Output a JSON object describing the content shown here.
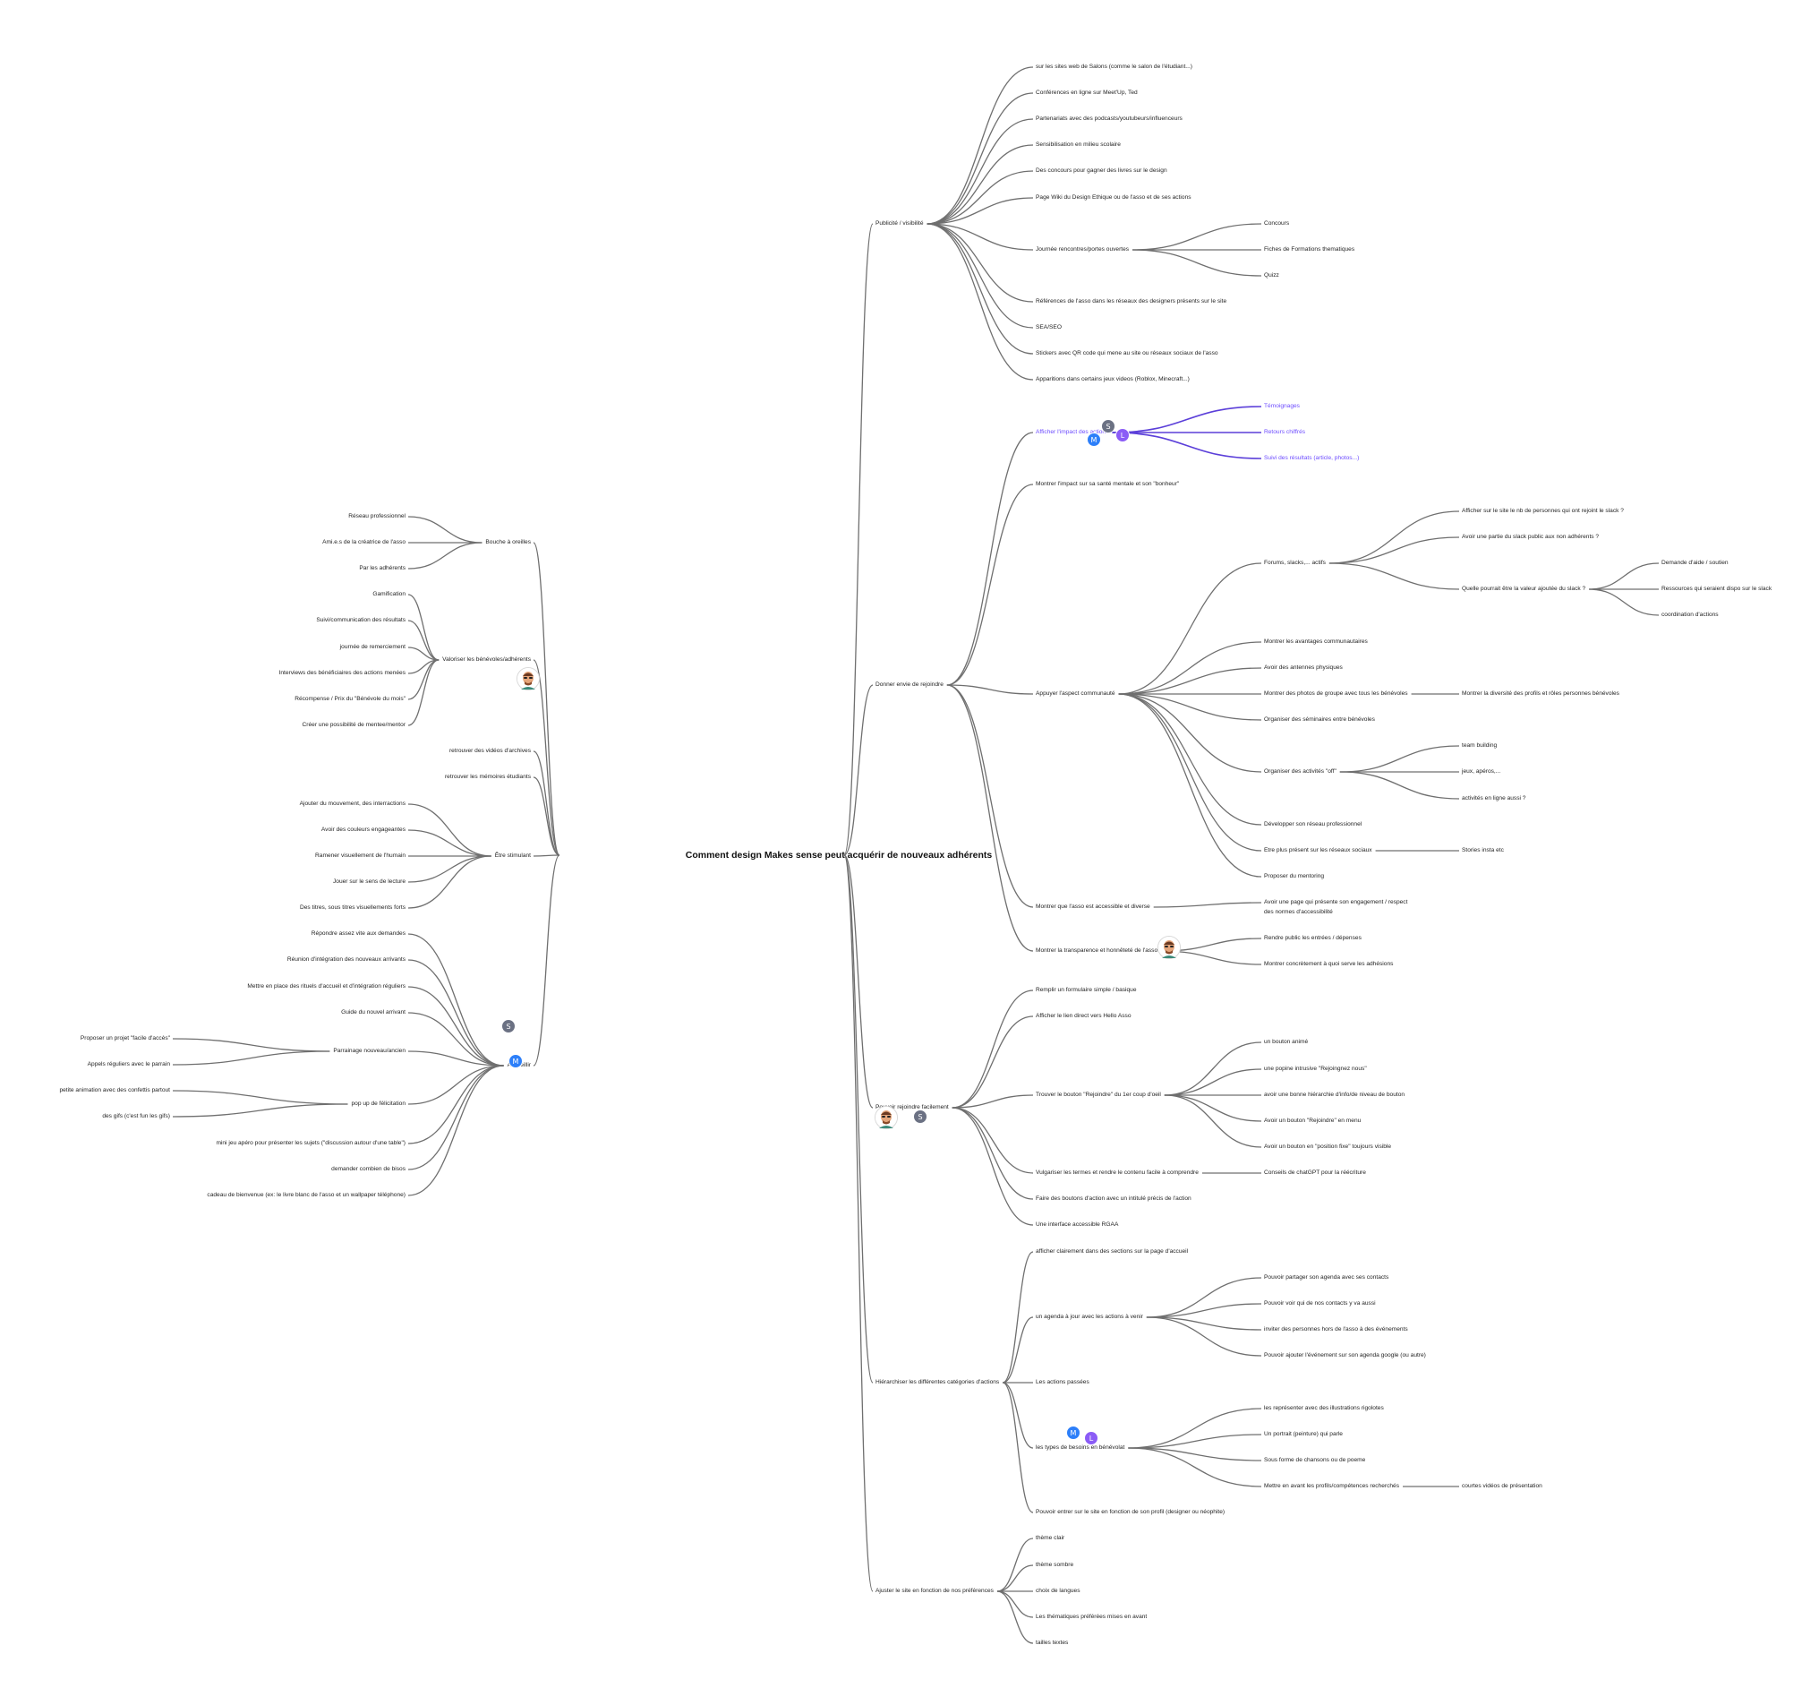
{
  "center": "Comment design Makes sense peut acquérir de nouveaux adhérents",
  "colors": {
    "link": "#6f6f6f",
    "highlight": "#5b3fd9",
    "S": "#6b7183",
    "M": "#2d7ff9",
    "L": "#8b5cf6"
  },
  "nodes": {
    "R1": "Publicité / visibilité",
    "R1a": "sur les sites web de Salons (comme le salon de l'étudiant...)",
    "R1b": "Conférences en ligne sur Meet'Up, Ted",
    "R1c": "Partenariats avec des podcasts/youtubeurs/influenceurs",
    "R1d": "Sensibilisation en milieu scolaire",
    "R1e": "Des concours pour gagner des livres sur le design",
    "R1f": "Page Wiki du Design Ethique ou de l'asso et de ses actions",
    "R1g": "Journée rencontres/portes ouvertes",
    "R1g1": "Concours",
    "R1g2": "Fiches de Formations thematiques",
    "R1g3": "Quizz",
    "R1h": "Références de l'asso dans les réseaux des designers présents sur le site",
    "R1i": "SEA/SEO",
    "R1j": "Stickers avec QR code qui mene au site ou réseaux sociaux de l'asso",
    "R1k": "Apparitions dans certains jeux videos (Roblox, Minecraft...)",
    "R2": "Donner envie de rejoindre",
    "R2a": "Afficher l'impact des actions",
    "R2a1": "Témoignages",
    "R2a2": "Retours chiffrés",
    "R2a3": "Suivi des résultats (article, photos...)",
    "R2b": "Montrer l'impact sur sa santé mentale et son \"bonheur\"",
    "R2c": "Appuyer l'aspect communauté",
    "R2c1": "Forums, slacks,... actifs",
    "R2c1a": "Afficher sur le site le nb de personnes qui ont rejoint le slack ?",
    "R2c1b": "Avoir une partie du slack public aux non adhérents ?",
    "R2c1c": "Quelle pourrait être la valeur ajoutée du slack ?",
    "R2c1c1": "Demande d'aide / soutien",
    "R2c1c2": "Ressources qui seraient dispo sur le slack",
    "R2c1c3": "coordination d'actions",
    "R2c2": "Montrer les avantages communautaires",
    "R2c3": "Avoir des antennes physiques",
    "R2c4": "Montrer des photos de groupe avec tous les bénévoles",
    "R2c4a": "Montrer la diversité des profils et rôles personnes bénévoles",
    "R2c5": "Organiser des séminaires entre bénévoles",
    "R2c6": "Organiser des activités \"off\"",
    "R2c6a": "team building",
    "R2c6b": "jeux, apéros,...",
    "R2c6c": "activités en ligne aussi ?",
    "R2c7": "Développer son réseau professionnel",
    "R2c8": "Etre plus présent sur les réseaux sociaux",
    "R2c8a": "Stories insta etc",
    "R2c9": "Proposer du mentoring",
    "R2d": "Montrer que l'asso est accessible et diverse",
    "R2d1": "Avoir une page qui présente son engagement / respect",
    "R2d1b": "des normes d'accessibilité",
    "R2e": "Montrer la transparence et honnêteté de l'asso",
    "R2e1": "Rendre public les entrées / dépenses",
    "R2e2": "Montrer concrètement à quoi serve les adhésions",
    "R3": "Pouvoir rejoindre facilement",
    "R3a": "Remplir un formulaire simple / basique",
    "R3b": "Afficher le lien direct vers Hello Asso",
    "R3c": "Trouver le bouton \"Rejoindre\" du 1er coup d'oeil",
    "R3c1": "un bouton animé",
    "R3c2": "une popine intrusive \"Rejoingnez nous\"",
    "R3c3": "avoir une bonne hiérarchie d'info/de niveau de bouton",
    "R3c4": "Avoir un bouton \"Rejoindre\" en menu",
    "R3c5": "Avoir un bouton en \"position fixe\" toujours visible",
    "R3d": "Vulgariser les termes et rendre le contenu facile à comprendre",
    "R3d1": "Conseils de chatGPT pour la réécriture",
    "R3e": "Faire des boutons d'action avec un intitulé précis de l'action",
    "R3f": "Une interface accessible RGAA",
    "R4": "Hiérarchiser les différentes catégories d'actions",
    "R4a": "afficher clairement dans des sections sur la page d'accueil",
    "R4b": "un agenda à jour avec les actions à venir",
    "R4b1": "Pouvoir partager son agenda avec ses contacts",
    "R4b2": "Pouvoir voir qui de nos contacts y va aussi",
    "R4b3": "inviter des personnes hors de l'asso à des événements",
    "R4b4": "Pouvoir ajouter l'événement sur son agenda google (ou autre)",
    "R4c": "Les actions passées",
    "R4d": "les types de besoins en bénévolat",
    "R4d1": "les représenter avec des illustrations rigolotes",
    "R4d2": "Un portrait (peinture) qui parle",
    "R4d3": "Sous forme de chansons ou de poeme",
    "R4d4": "Mettre en avant les profils/compétences recherchés",
    "R4d4a": "courtes vidéos de présentation",
    "R4e": "Pouvoir entrer sur le site en fonction de son profil (designer ou néophite)",
    "R5": "Ajuster le site en fonction de nos préférences",
    "R5a": "thème clair",
    "R5b": "thème sombre",
    "R5c": "choix de langues",
    "R5d": "Les thématiques préférées mises en avant",
    "R5e": "tailles textes",
    "L1": "Bouche à oreilles",
    "L1a": "Réseau professionnel",
    "L1b": "Ami.e.s de la créatrice de l'asso",
    "L1c": "Par les adhérents",
    "L2": "Valoriser les bénévoles/adhérents",
    "L2a": "Gamification",
    "L2b": "Suivi/communication des résultats",
    "L2c": "journée de remerciement",
    "L2d": "Interviews des bénéficiaires des actions menées",
    "L2e": "Récompense / Prix du \"Bénévole du mois\"",
    "L2f": "Créer une possibilité de mentee/mentor",
    "L3": "retrouver des vidéos d'archives",
    "L4": "retrouver les mémoires étudiants",
    "L5": "Être stimulant",
    "L5a": "Ajouter du mouvement, des interractions",
    "L5b": "Avoir des couleurs engageantes",
    "L5c": "Ramener visuellement de l'humain",
    "L5d": "Jouer sur le sens de lecture",
    "L5e": "Des titres, sous titres visuellements forts",
    "L6": "Accueillir",
    "L6a": "Répondre assez vite aux demandes",
    "L6b": "Réunion d'intégration des nouveaux arrivants",
    "L6c": "Mettre en place des rituels d'accueil et d'intégration réguliers",
    "L6d": "Guide du nouvel arrivant",
    "L6e": "Parrainage nouveau/ancien",
    "L6e1": "Proposer un projet \"facile d'accès\"",
    "L6e2": "Appels réguliers avec le parrain",
    "L6f": "pop up de félicitation",
    "L6f1": "petite animation avec des confettis partout",
    "L6f2": "des gifs (c'est fun les gifs)",
    "L6g": "mini jeu apéro pour présenter les sujets (\"discussion autour d'une table\")",
    "L6h": "demander combien de bisos",
    "L6i": "cadeau de bienvenue (ex: le livre blanc de l'asso et un wallpaper téléphone)"
  },
  "avatars": [
    {
      "letter": "S",
      "color": "S"
    },
    {
      "letter": "M",
      "color": "M"
    },
    {
      "letter": "L",
      "color": "L"
    },
    {
      "letter": "S",
      "color": "S"
    },
    {
      "letter": "M",
      "color": "M"
    },
    {
      "letter": "S",
      "color": "S"
    },
    {
      "letter": "M",
      "color": "M"
    },
    {
      "letter": "L",
      "color": "L"
    }
  ]
}
